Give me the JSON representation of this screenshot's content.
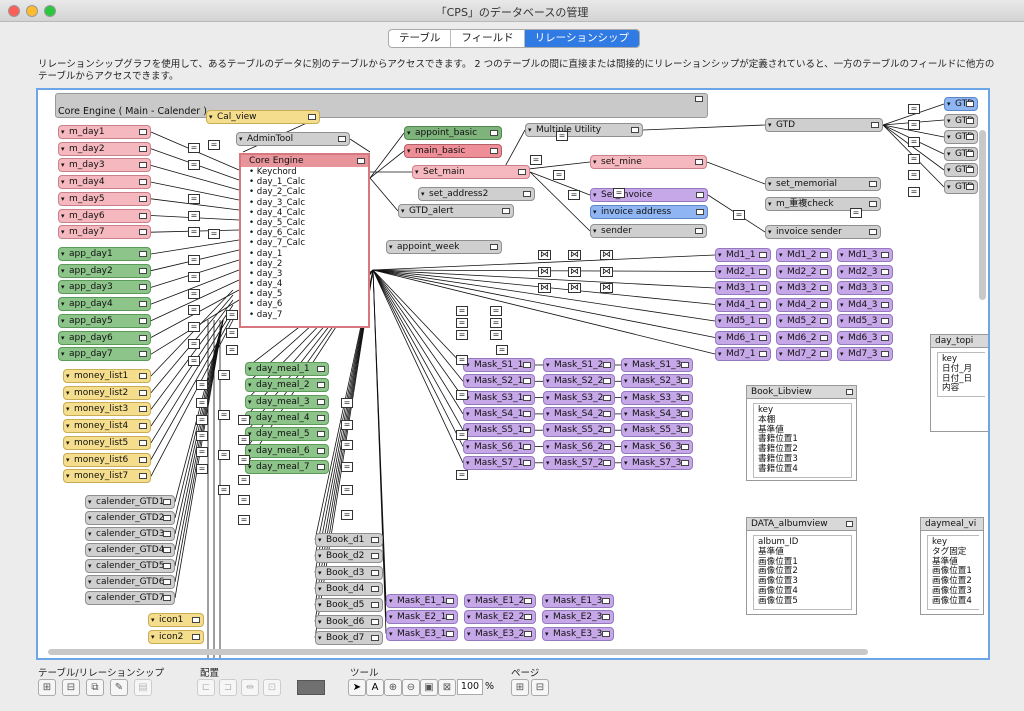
{
  "window": {
    "title": "「CPS」のデータベースの管理"
  },
  "tabs": [
    {
      "label": "テーブル",
      "active": false
    },
    {
      "label": "フィールド",
      "active": false
    },
    {
      "label": "リレーションシップ",
      "active": true
    }
  ],
  "description": "リレーションシップグラフを使用して、あるテーブルのデータに別のテーブルからアクセスできます。 2 つのテーブルの間に直接または間接的にリレーションシップが定義されていると、一方のテーブルのフィールドに他方のテーブルからアクセスできます。",
  "graph": {
    "header_label": "Core Engine ( Main - Calender )",
    "core": {
      "title": "Core Engine",
      "fields": [
        "Keychord",
        "day_1_Calc",
        "day_2_Calc",
        "day_3_Calc",
        "day_4_Calc",
        "day_5_Calc",
        "day_6_Calc",
        "day_7_Calc",
        "day_1",
        "day_2",
        "day_3",
        "day_4",
        "day_5",
        "day_6",
        "day_7"
      ]
    },
    "occurrences": {
      "cal_view": "Cal_view",
      "admin_tool": "AdminTool",
      "m_day": [
        "m_day1",
        "m_day2",
        "m_day3",
        "m_day4",
        "m_day5",
        "m_day6",
        "m_day7"
      ],
      "app_day": [
        "app_day1",
        "app_day2",
        "app_day3",
        "app_day4",
        "app_day5",
        "app_day6",
        "app_day7"
      ],
      "money_list": [
        "money_list1",
        "money_list2",
        "money_list3",
        "money_list4",
        "money_list5",
        "money_list6",
        "money_list7"
      ],
      "calender_gtd": [
        "calender_GTD1",
        "calender_GTD2",
        "calender_GTD3",
        "calender_GTD4",
        "calender_GTD5",
        "calender_GTD6",
        "calender_GTD7"
      ],
      "icon": [
        "icon1",
        "icon2"
      ],
      "day_meal": [
        "day_meal_1",
        "day_meal_2",
        "day_meal_3",
        "day_meal_4",
        "day_meal_5",
        "day_meal_6",
        "day_meal_7"
      ],
      "book_d": [
        "Book_d1",
        "Book_d2",
        "Book_d3",
        "Book_d4",
        "Book_d5",
        "Book_d6",
        "Book_d7"
      ],
      "mask_s_1": [
        "Mask_S1_1",
        "Mask_S2_1",
        "Mask_S3_1",
        "Mask_S4_1",
        "Mask_S5_1",
        "Mask_S6_1",
        "Mask_S7_1"
      ],
      "mask_s_2": [
        "Mask_S1_2",
        "Mask_S2_2",
        "Mask_S3_2",
        "Mask_S4_2",
        "Mask_S5_2",
        "Mask_S6_2",
        "Mask_S7_2"
      ],
      "mask_s_3": [
        "Mask_S1_3",
        "Mask_S2_3",
        "Mask_S3_3",
        "Mask_S4_3",
        "Mask_S5_3",
        "Mask_S6_3",
        "Mask_S7_3"
      ],
      "md_1": [
        "Md1_1",
        "Md2_1",
        "Md3_1",
        "Md4_1",
        "Md5_1",
        "Md6_1",
        "Md7_1"
      ],
      "md_2": [
        "Md1_2",
        "Md2_2",
        "Md3_2",
        "Md4_2",
        "Md5_2",
        "Md6_2",
        "Md7_2"
      ],
      "md_3": [
        "Md1_3",
        "Md2_3",
        "Md3_3",
        "Md4_3",
        "Md5_3",
        "Md6_3",
        "Md7_3"
      ],
      "mask_e_1": [
        "Mask_E1_1",
        "Mask_E2_1",
        "Mask_E3_1"
      ],
      "mask_e_2": [
        "Mask_E1_2",
        "Mask_E2_2",
        "Mask_E3_2"
      ],
      "mask_e_3": [
        "Mask_E1_3",
        "Mask_E2_3",
        "Mask_E3_3"
      ],
      "appoint_basic": "appoint_basic",
      "main_basic": "main_basic",
      "set_main": "Set_main",
      "set_address2": "set_address2",
      "gtd_alert": "GTD_alert",
      "appoint_week": "appoint_week",
      "multiple_utility": "Multiple Utility",
      "set_mine": "set_mine",
      "set_invoice": "Set_invoice",
      "invoice_address": "invoice address",
      "sender": "sender",
      "gtd": "GTD",
      "set_memorial": "set_memorial",
      "m_juuyou_check": "m_重複check",
      "invoice_sender": "invoice sender",
      "gtd_right": [
        "GTD",
        "GTD",
        "GTD",
        "GTD",
        "GTD",
        "GTD"
      ]
    },
    "tables": {
      "book_libview": {
        "title": "Book_Libview",
        "fields": [
          "key",
          "本棚",
          "基準値",
          "書籍位置1",
          "書籍位置2",
          "書籍位置3",
          "書籍位置4"
        ]
      },
      "data_albumview": {
        "title": "DATA_albumview",
        "fields": [
          "album_ID",
          "基準値",
          "画像位置1",
          "画像位置2",
          "画像位置3",
          "画像位置4",
          "画像位置5"
        ]
      },
      "daymeal_view": {
        "title": "daymeal_vi",
        "fields": [
          "key",
          "タグ固定",
          "基準値",
          "画像位置1",
          "画像位置2",
          "画像位置3",
          "画像位置4"
        ]
      },
      "day_topic": {
        "title": "day_topi",
        "fields": [
          "key",
          "日付_月",
          "日付_日",
          "内容"
        ]
      }
    }
  },
  "toolbar": {
    "groups": {
      "table_relationship": "テーブル/リレーションシップ",
      "arrange": "配置",
      "tools": "ツール",
      "page": "ページ"
    },
    "zoom": "100",
    "zoom_unit": "%"
  },
  "colors": {
    "accent": "#2f7ae3",
    "canvas_border": "#6aa6e8"
  }
}
